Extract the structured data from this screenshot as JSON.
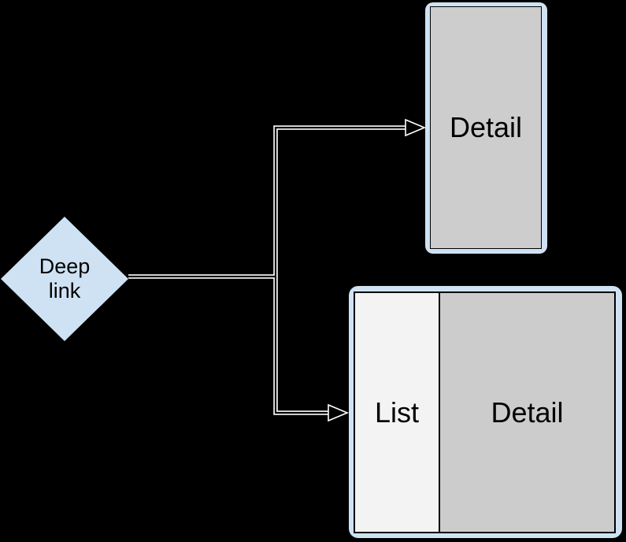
{
  "background_color": "#000000",
  "colors": {
    "node_fill_blue": "#cfe2f3",
    "phone_screen_gray": "#cdcdcd",
    "tablet_list_gray": "#f3f3f3",
    "tablet_detail_gray": "#cccccc",
    "connector_outline": "#ffffff",
    "connector_core": "#000000",
    "text": "#000000"
  },
  "nodes": {
    "deep_link": {
      "type": "decision-diamond",
      "line1": "Deep",
      "line2": "link"
    },
    "phone": {
      "type": "phone-mockup",
      "label": "Detail"
    },
    "tablet": {
      "type": "tablet-mockup",
      "list_label": "List",
      "detail_label": "Detail"
    }
  },
  "connectors": [
    {
      "from": "deep-link",
      "to": "phone-detail",
      "style": "elbow-double-line-arrow"
    },
    {
      "from": "deep-link",
      "to": "tablet-list-detail",
      "style": "elbow-double-line-arrow"
    }
  ]
}
